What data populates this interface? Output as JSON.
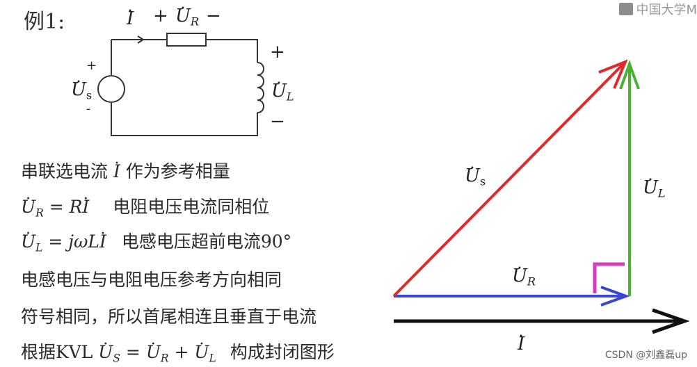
{
  "example_title": "例1:",
  "circuit": {
    "current_symbol": "I",
    "plus_top": "+",
    "minus_top": "−",
    "ur_symbol": "U",
    "ur_sub": "R",
    "us_symbol": "U",
    "us_sub": "s",
    "us_plus": "+",
    "us_minus": "-",
    "ul_symbol": "U",
    "ul_sub": "L",
    "ul_plus": "+",
    "ul_minus": "−"
  },
  "text_lines": {
    "line1_pre": "串联选电流 ",
    "line1_I": "I",
    "line1_post": " 作为参考相量",
    "line2_U": "U",
    "line2_sub": "R",
    "line2_eq": " = R",
    "line2_I": "I",
    "line2_desc": "电阻电压电流同相位",
    "line3_U": "U",
    "line3_sub": "L",
    "line3_eq": " = jωL",
    "line3_I": "I",
    "line3_desc": "电感电压超前电流90°",
    "line4": "电感电压与电阻电压参考方向相同",
    "line5": "符号相同，所以首尾相连且垂直于电流",
    "line6_pre": "根据KVL ",
    "line6_U1": "U",
    "line6_sub1": "S",
    "line6_eq1": " = ",
    "line6_U2": "U",
    "line6_sub2": "R",
    "line6_plus": " + ",
    "line6_U3": "U",
    "line6_sub3": "L",
    "line6_post": "构成封闭图形"
  },
  "phasor": {
    "us_symbol": "U",
    "us_sub": "s",
    "ul_symbol": "U",
    "ul_sub": "L",
    "ur_symbol": "U",
    "ur_sub": "R",
    "i_symbol": "I"
  },
  "colors": {
    "us_vector": "#e02a2a",
    "ul_vector": "#4caf32",
    "ur_vector": "#3a45d8",
    "i_vector": "#111111",
    "right_angle": "#d53ac0",
    "wire": "#333333"
  },
  "logo_text": "中国大学M",
  "watermark": "CSDN @刘鑫磊up"
}
